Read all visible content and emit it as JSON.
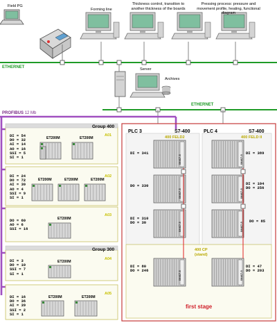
{
  "labels": {
    "field_pg": "Field PG",
    "forming_line": "Forming line",
    "thickness_control": "Thickness control, transition to another thickness of the boards",
    "pressing_process": "Pressing process: pressure and movement profile, heating, functional diagram",
    "server": "Server",
    "archives": "Archives",
    "ethernet": "ETHERNET",
    "profibus": "PROFIBUS",
    "profibus_speed": "12 Mb",
    "first_stage": "first stage",
    "cp": "400 CP",
    "cp_sub": "(stand)"
  },
  "module_labels": {
    "et200m": "ET200M",
    "im": "IM467-5"
  },
  "groups": [
    {
      "title": "Group 400",
      "id": "A01",
      "signals": "DI = 54\nDO = 32\nAI = 14\nAO = 16\nSSI = 5\nSI = 1"
    },
    {
      "title": "",
      "id": "A02",
      "signals": "DI = 24\nDO = 72\nAI = 30\nAO = 4\nSSI = 9\nSI = 1"
    },
    {
      "title": "",
      "id": "A03",
      "signals": "DO = 60\nAO = 6\nSSI = 16"
    },
    {
      "title": "Group 300",
      "id": "A04",
      "signals": "DI = 3\nDO = 10\nSSI = 7\nSI = 1"
    },
    {
      "title": "",
      "id": "A05",
      "signals": "DI = 16\nDO = 36\nAI = 39\nSSI = 2\nSI = 1"
    }
  ],
  "plcs": [
    {
      "name": "PLC 3",
      "type": "S7-400",
      "cpu": "400 FELD2",
      "racks": [
        "DI = 341",
        "DO = 330",
        "DI = 310\nDO = 30",
        "DI = 80\nDO = 246"
      ]
    },
    {
      "name": "PLC 4",
      "type": "S7-400",
      "cpu": "400 FELD II",
      "racks": [
        "DI = 389",
        "DI = 104\nDO = 256",
        "DO = 85",
        "DI = 47\nDO = 203"
      ]
    }
  ],
  "colors": {
    "ethernet": "#1f9b27",
    "profibus": "#a050c0",
    "link": "#e02020",
    "stage_box": "#c53a3a",
    "group_box": "#c8c060",
    "group_bg": "#fbfbf0",
    "monitor": "#7fbf9f"
  },
  "icons": [
    "laptop-icon",
    "workstation-icon",
    "server-icon",
    "rack-icon"
  ]
}
